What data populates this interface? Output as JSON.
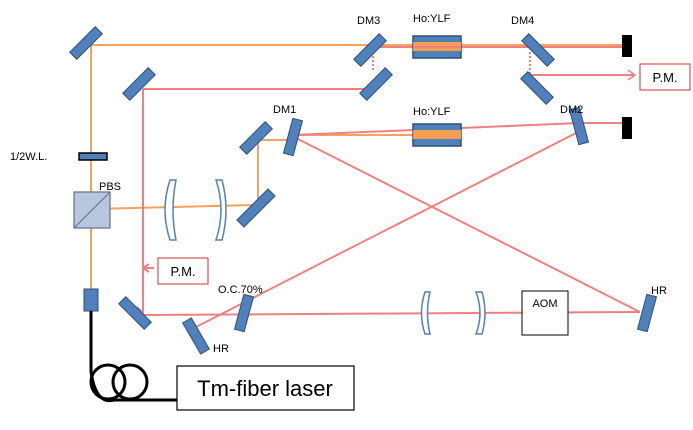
{
  "labels": {
    "dm3": "DM3",
    "hoylf_top": "Ho:YLF",
    "dm4": "DM4",
    "pm_top": "P.M.",
    "half_wave": "1/2W.L.",
    "dm1": "DM1",
    "hoylf_mid": "Ho:YLF",
    "dm2": "DM2",
    "pbs": "PBS",
    "pm_left": "P.M.",
    "oc": "O.C.70%",
    "aom": "AOM",
    "hr_right": "HR",
    "hr_bottom": "HR",
    "laser": "Tm-fiber laser"
  },
  "colors": {
    "pump_beam": "#f5a25d",
    "red_beam": "#f08080",
    "mirror_fill": "#4f81bd",
    "mirror_stroke": "#2f4f7f",
    "crystal_core": "#f0a050",
    "pm_box_border": "#e05050",
    "beam_dump": "#000000"
  }
}
